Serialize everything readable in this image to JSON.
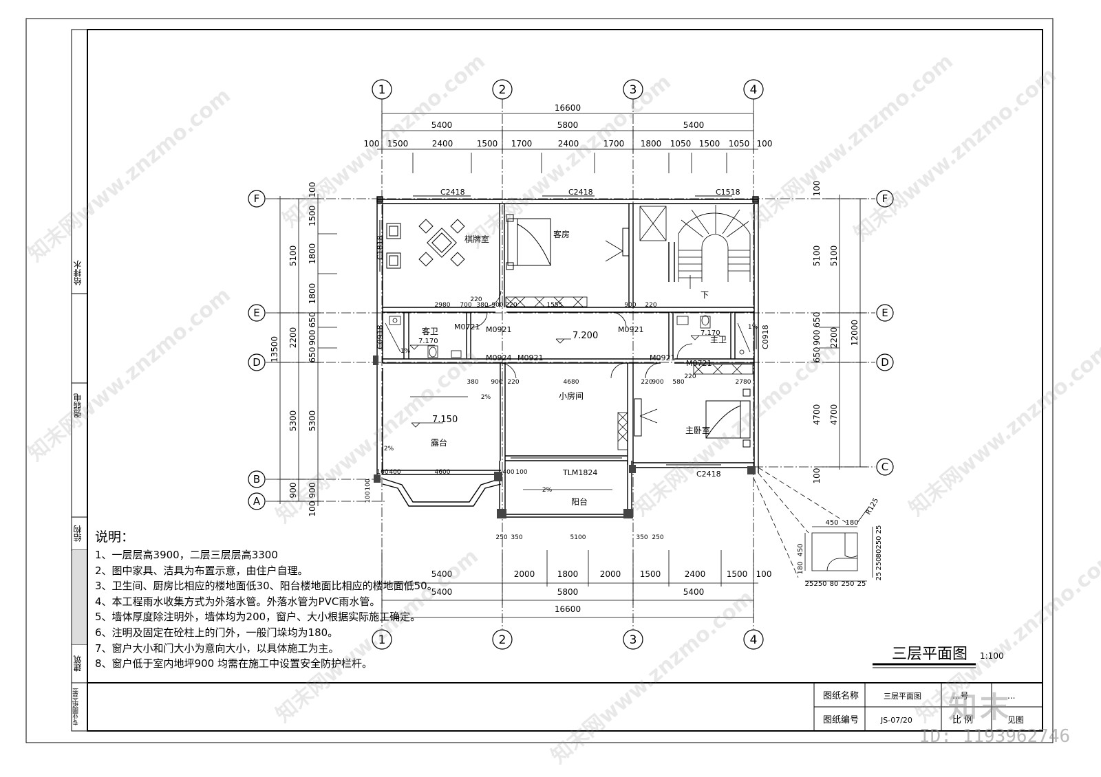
{
  "drawing_title": "三层平面图",
  "drawing_scale": "1:100",
  "axes_top": [
    "1",
    "2",
    "3",
    "4"
  ],
  "axes_left": [
    "F",
    "E",
    "D",
    "B",
    "A"
  ],
  "axes_right": [
    "F",
    "E",
    "D",
    "C"
  ],
  "dims_top": {
    "total": "16600",
    "spans": [
      "5400",
      "5800",
      "5400"
    ],
    "parts": [
      "100",
      "1500",
      "2400",
      "1500",
      "1700",
      "2400",
      "1700",
      "1800",
      "1050",
      "1500",
      "1050",
      "100"
    ]
  },
  "dims_bottom": {
    "parts": [
      "5400",
      "2000",
      "1800",
      "2000",
      "1500",
      "2400",
      "1500",
      "100"
    ],
    "spans": [
      "5400",
      "5800",
      "5400"
    ],
    "total": "16600"
  },
  "dims_left": {
    "total": "13500",
    "spans": [
      "5100",
      "2200",
      "5300",
      "900"
    ],
    "parts": [
      "100",
      "1500",
      "1800",
      "1800",
      "650",
      "900",
      "650",
      "5300",
      "900",
      "100"
    ]
  },
  "dims_right": {
    "total": "12000",
    "spans": [
      "5100",
      "2200",
      "4700"
    ],
    "parts": [
      "100",
      "5100",
      "650",
      "900",
      "650",
      "4700",
      "100"
    ]
  },
  "rooms": {
    "chess": "棋牌室",
    "guest": "客房",
    "guest_bath": "客卫",
    "hall_level": "7.200",
    "master_bath": "主卫",
    "small_room": "小房间",
    "terrace": "露台",
    "terrace_level": "7.150",
    "master_bed": "主卧室",
    "balcony": "阳台",
    "stair_down": "下",
    "bath_level_l": "7.170",
    "bath_level_r": "7.170"
  },
  "openings": {
    "w_c2418_a": "C2418",
    "w_c2418_b": "C2418",
    "w_c1518": "C1518",
    "w_c1818": "C1818",
    "w_c0918_l": "C0918",
    "w_c0918_r": "C0918",
    "w_c2418_c": "C2418",
    "door_tlm1824": "TLM1824",
    "d_m0721_l": "M0721",
    "d_m0921_a": "M0921",
    "d_m0921_b": "M0921",
    "d_m0924": "M0924",
    "d_m0921_c": "M0921",
    "d_m0921_d": "M0921",
    "d_m0721_r": "M0721"
  },
  "inner_dims": {
    "d2980": "2980",
    "d700": "700",
    "d220a": "220",
    "d380a": "380",
    "d900a": "900",
    "d220b": "220",
    "d1555": "1555",
    "d900b": "900",
    "d220c": "220",
    "d380b": "380",
    "d900c": "900",
    "d220d": "220",
    "d4680": "4680",
    "d220e": "220",
    "d900d": "900",
    "d580": "580",
    "d220f": "220",
    "d2780": "2780",
    "d100a": "100",
    "d400a": "400",
    "d4600": "4600",
    "d400b": "400",
    "d100b": "100",
    "d250a": "250",
    "d350a": "350",
    "d5100": "5100",
    "d350b": "350",
    "d250b": "250",
    "d100c": "100",
    "d100d": "100",
    "d1pct_a": "1%",
    "d1pct_b": "1%",
    "d2pct_a": "2%",
    "d2pct_b": "2%",
    "d2pct_c": "2%"
  },
  "detail": {
    "radius": "R125",
    "dims": [
      "450",
      "180",
      "25",
      "250",
      "80",
      "250",
      "25",
      "450",
      "180",
      "25",
      "250",
      "80",
      "250",
      "25"
    ]
  },
  "notes_title": "说明：",
  "notes": [
    "1、一层层高3900，二层三层层高3300",
    "2、图中家具、洁具为布置示意，由住户自理。",
    "3、卫生间、厨房比相应的楼地面低30、阳台楼地面比相应的楼地面低50。",
    "4、本工程雨水收集方式为外落水管。外落水管为PVC雨水管。",
    "5、墙体厚度除注明外，墙体均为200，窗户、大小根据实际施工确定。",
    "6、注明及固定在砼柱上的门外，一般门垛均为180。",
    "7、窗户大小和门大小为意向大小，以具体施工为主。",
    "8、窗户低于室内地坪900 均需在施工中设置安全防护栏杆。"
  ],
  "side_labels": [
    "给排水",
    "强弱电",
    "结构",
    "建筑",
    "专业图纸会签"
  ],
  "titleblock": {
    "name_label": "图纸名称",
    "name_value": "三层平面图",
    "code_label": "图纸编号",
    "code_value": "JS-07/20",
    "scale_label": "比 例",
    "scale_value": "见图",
    "proj_label": "...号",
    "proj_value": "..."
  },
  "watermark": "知末网www.znzmo.com",
  "brand_logo": "知末",
  "brand_id": "ID: 1193962746"
}
